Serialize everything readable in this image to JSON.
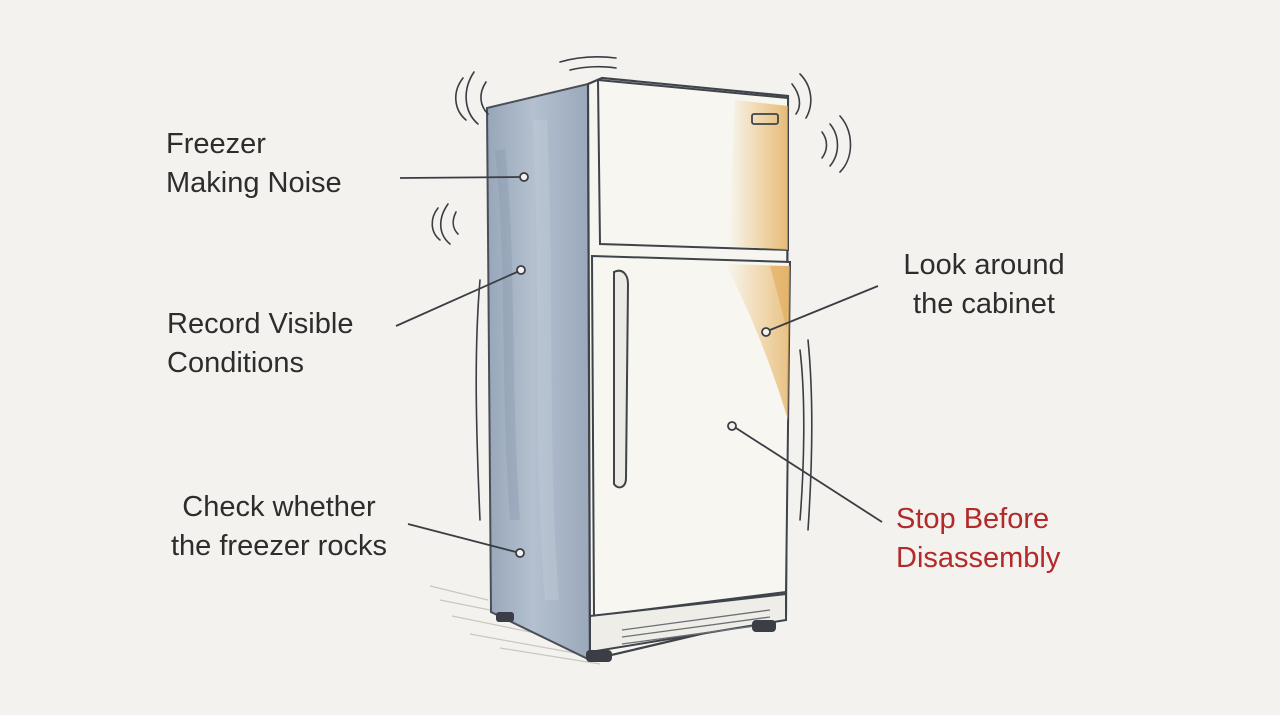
{
  "callouts": {
    "noise": {
      "line1": "Freezer",
      "line2": "Making Noise"
    },
    "record": {
      "line1": "Record Visible",
      "line2": "Conditions"
    },
    "rocks": {
      "line1": "Check whether",
      "line2": "the freezer rocks"
    },
    "cabinet": {
      "line1": "Look around",
      "line2": "the cabinet"
    },
    "stop": {
      "line1": "Stop Before",
      "line2": "Disassembly"
    }
  },
  "colors": {
    "background": "#f3f2ee",
    "ink": "#2d2d2d",
    "warning": "#b22a2a",
    "side_panel": "#a9b6c7",
    "door": "#f6f5f0",
    "stain": "#e5b15c"
  },
  "icons": [
    "refrigerator-illustration",
    "vibration-lines-icon",
    "leader-line"
  ]
}
